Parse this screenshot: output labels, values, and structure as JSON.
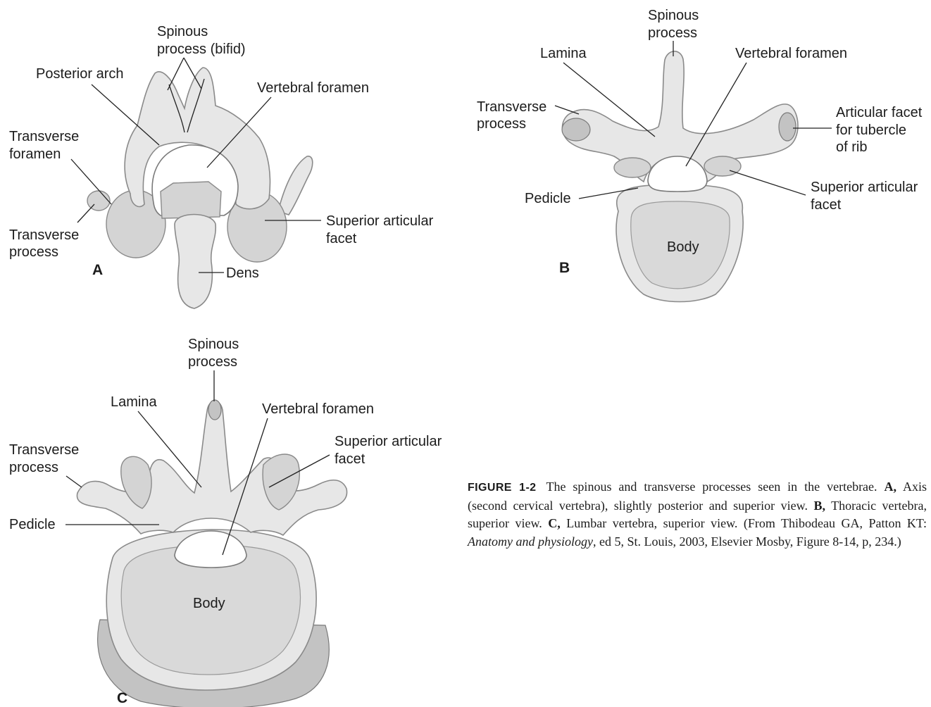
{
  "panel_a": {
    "letter": "A",
    "labels": {
      "spinous_l1": "Spinous",
      "spinous_l2": "process (bifid)",
      "posterior_arch": "Posterior arch",
      "vertebral_foramen": "Vertebral foramen",
      "transverse_foramen_l1": "Transverse",
      "transverse_foramen_l2": "foramen",
      "transverse_process_l1": "Transverse",
      "transverse_process_l2": "process",
      "superior_facet_l1": "Superior articular",
      "superior_facet_l2": "facet",
      "dens": "Dens"
    }
  },
  "panel_b": {
    "letter": "B",
    "labels": {
      "spinous_l1": "Spinous",
      "spinous_l2": "process",
      "lamina": "Lamina",
      "vertebral_foramen": "Vertebral foramen",
      "transverse_l1": "Transverse",
      "transverse_l2": "process",
      "articular_l1": "Articular facet",
      "articular_l2": "for tubercle",
      "articular_l3": "of rib",
      "pedicle": "Pedicle",
      "superior_facet_l1": "Superior articular",
      "superior_facet_l2": "facet",
      "body": "Body"
    }
  },
  "panel_c": {
    "letter": "C",
    "labels": {
      "spinous_l1": "Spinous",
      "spinous_l2": "process",
      "lamina": "Lamina",
      "vertebral_foramen": "Vertebral foramen",
      "superior_facet_l1": "Superior articular",
      "superior_facet_l2": "facet",
      "transverse_l1": "Transverse",
      "transverse_l2": "process",
      "pedicle": "Pedicle",
      "body": "Body"
    }
  },
  "caption": {
    "figure_number": "FIGURE 1-2",
    "text": "The spinous and transverse processes seen in the vertebrae.",
    "a_label": "A,",
    "a_text": "Axis (second cervical vertebra), slightly posterior and superior view.",
    "b_label": "B,",
    "b_text": "Thoracic vertebra, superior view.",
    "c_label": "C,",
    "c_text": "Lumbar vertebra, superior view.",
    "source_pre": "(From Thibodeau GA, Patton KT:",
    "source_title": "Anatomy and physiology",
    "source_post": ", ed 5, St. Louis, 2003, Elsevier Mosby, Figure 8-14, p, 234.)"
  }
}
